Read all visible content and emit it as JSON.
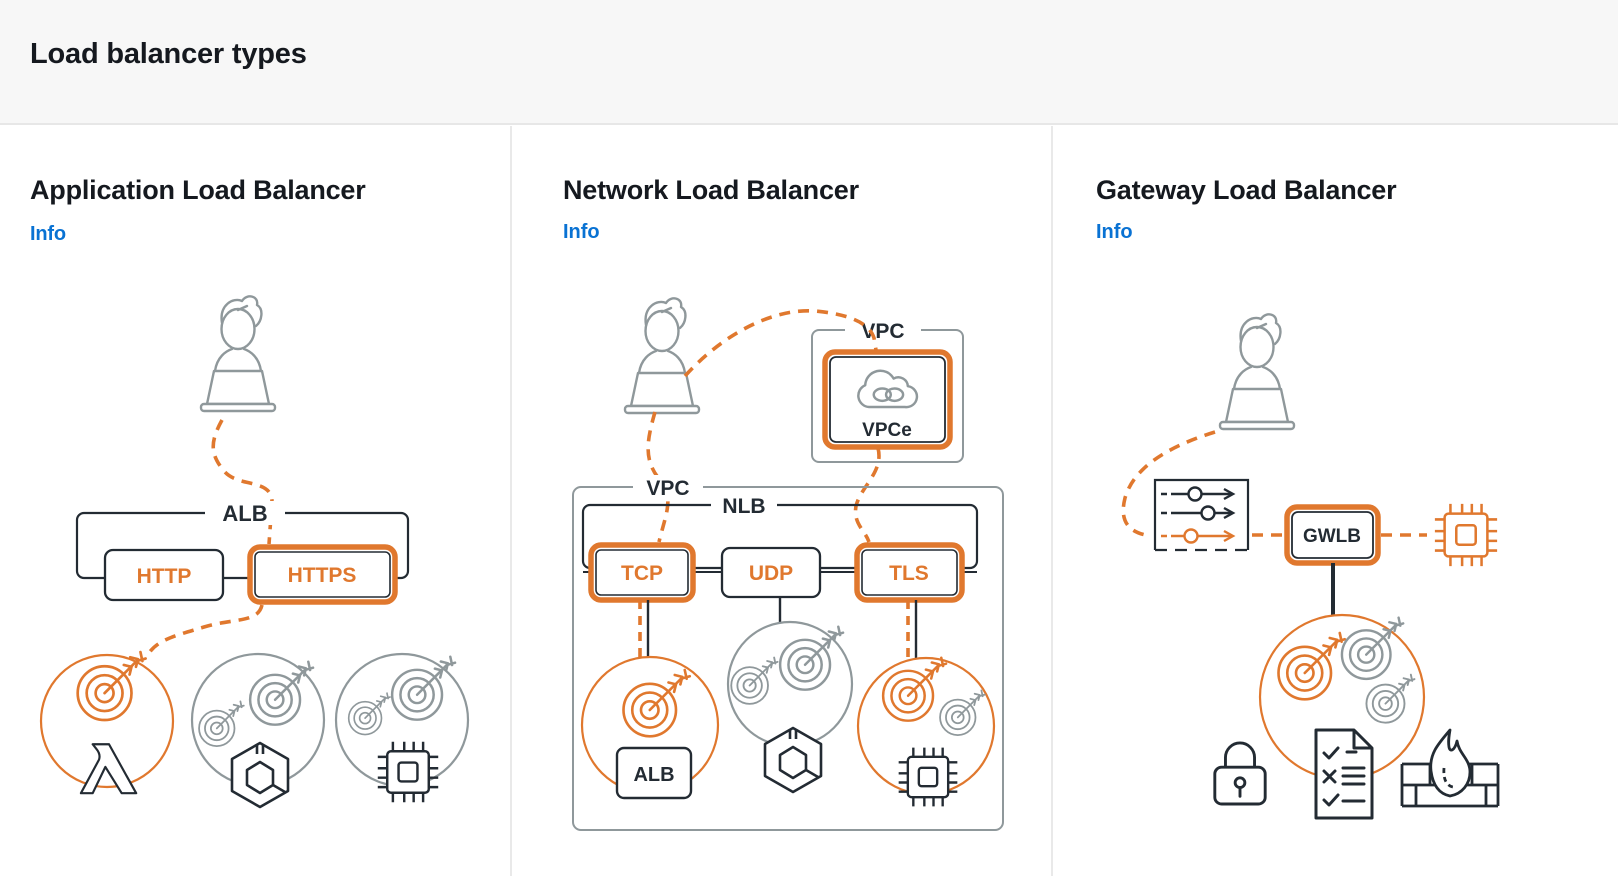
{
  "header": {
    "title": "Load balancer types"
  },
  "colors": {
    "accent_orange": "#E0782E",
    "dark_stroke": "#232B33",
    "neutral_gray": "#8F989B",
    "link_blue": "#0972D3",
    "header_bg": "#F7F7F7",
    "divider": "#E9E9E9"
  },
  "cards": [
    {
      "title": "Application Load Balancer",
      "info_label": "Info",
      "labels": {
        "group": "ALB",
        "listener_http": "HTTP",
        "listener_https": "HTTPS"
      },
      "icons": [
        "user-laptop-icon",
        "target-group-icon",
        "lambda-icon",
        "container-icon",
        "instance-chip-icon"
      ]
    },
    {
      "title": "Network Load Balancer",
      "info_label": "Info",
      "labels": {
        "remote_vpc": "VPC",
        "endpoint": "VPCe",
        "vpc": "VPC",
        "group": "NLB",
        "listener_tcp": "TCP",
        "listener_udp": "UDP",
        "listener_tls": "TLS",
        "target_alb": "ALB"
      },
      "icons": [
        "user-laptop-icon",
        "cloud-endpoint-icon",
        "target-group-icon",
        "container-icon",
        "instance-chip-icon"
      ]
    },
    {
      "title": "Gateway Load Balancer",
      "info_label": "Info",
      "labels": {
        "group": "GWLB"
      },
      "icons": [
        "user-laptop-icon",
        "traffic-filter-icon",
        "instance-chip-icon",
        "target-group-icon",
        "lock-icon",
        "checklist-icon",
        "firewall-icon"
      ]
    }
  ]
}
